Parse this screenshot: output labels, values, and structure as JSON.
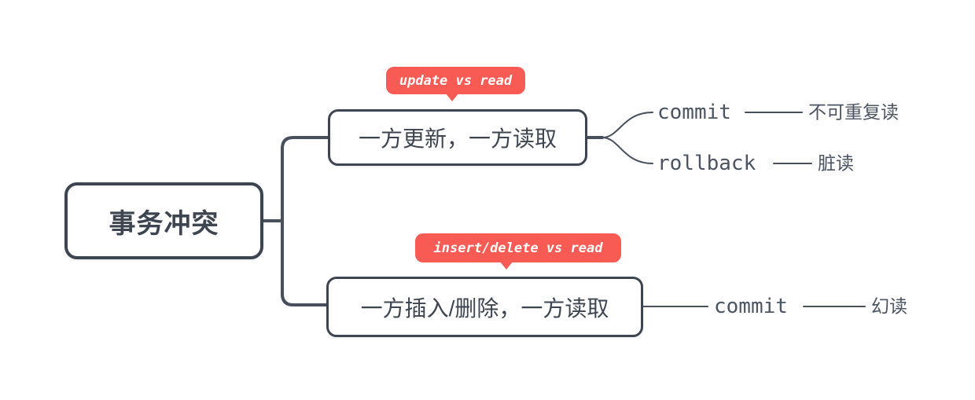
{
  "colors": {
    "line": "#47505c",
    "node_border": "#3d4550",
    "node_text": "#3d4550",
    "child_text": "#4b5462",
    "label_bg": "#f85b54",
    "label_text": "#ffffff",
    "canvas_bg": "#ffffff"
  },
  "root": {
    "label": "事务冲突"
  },
  "branches": [
    {
      "label": "一方更新，一方读取",
      "callout": "update vs read",
      "children": [
        {
          "label": "commit",
          "child": {
            "label": "不可重复读"
          }
        },
        {
          "label": "rollback",
          "child": {
            "label": "脏读"
          }
        }
      ]
    },
    {
      "label": "一方插入/删除，一方读取",
      "callout": "insert/delete vs read",
      "children": [
        {
          "label": "commit",
          "child": {
            "label": "幻读"
          }
        }
      ]
    }
  ]
}
